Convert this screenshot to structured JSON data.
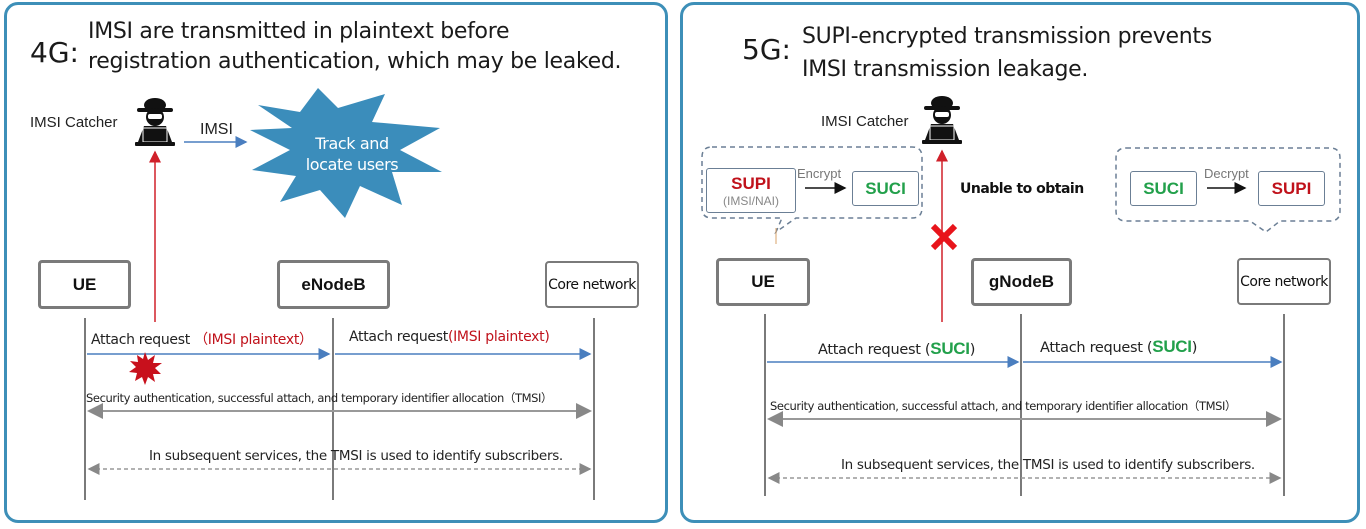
{
  "colors": {
    "panel_border": "#3d8fb8",
    "message_arrow": "#4a7ebf",
    "catcher_line": "#d0202a",
    "plaintext_red": "#c0121b",
    "suci_green": "#22a04b",
    "supi_red": "#c0121b",
    "burst_blue": "#3b8dbb",
    "lifeline_gray": "#7a7a7a"
  },
  "panel_4g": {
    "generation_label": "4G:",
    "headline_line1": "IMSI are transmitted in plaintext before",
    "headline_line2": "registration authentication, which may be leaked.",
    "catcher_label": "IMSI  Catcher",
    "catcher_icon": "hacker-icon",
    "imsi_arrow_label": "IMSI",
    "burst_text_line1": "Track and",
    "burst_text_line2": "locate users",
    "nodes": [
      "UE",
      "eNodeB",
      "Core network"
    ],
    "messages": [
      {
        "text": "Attach request",
        "highlight": "（IMSI plaintext）",
        "from": "UE",
        "to": "eNodeB"
      },
      {
        "text": "Attach request",
        "highlight": "(IMSI plaintext)",
        "from": "eNodeB",
        "to": "Core network"
      }
    ],
    "security_msg": "Security authentication, successful attach, and temporary identifier allocation（TMSI）",
    "subsequent_msg": "In subsequent services, the TMSI is used to identify subscribers.",
    "leak_icon": "explosion-icon"
  },
  "panel_5g": {
    "generation_label": "5G:",
    "headline_line1": "SUPI-encrypted transmission prevents",
    "headline_line2": "IMSI transmission leakage.",
    "catcher_label": "IMSI  Catcher",
    "catcher_icon": "hacker-icon",
    "unable_label": "Unable to obtain",
    "blocked_icon": "cross-icon",
    "ue_callout": {
      "from_label": "SUPI",
      "from_sub": "(IMSI/NAI)",
      "action": "Encrypt",
      "to_label": "SUCI"
    },
    "core_callout": {
      "from_label": "SUCI",
      "action": "Decrypt",
      "to_label": "SUPI"
    },
    "nodes": [
      "UE",
      "gNodeB",
      "Core network"
    ],
    "messages": [
      {
        "text": "Attach request (",
        "highlight": "SUCI",
        "close": ")",
        "from": "UE",
        "to": "gNodeB"
      },
      {
        "text": "Attach request (",
        "highlight": "SUCI",
        "close": ")",
        "from": "gNodeB",
        "to": "Core network"
      }
    ],
    "security_msg": "Security authentication, successful attach, and temporary identifier allocation（TMSI）",
    "subsequent_msg": "In subsequent services, the TMSI is used to identify subscribers."
  }
}
